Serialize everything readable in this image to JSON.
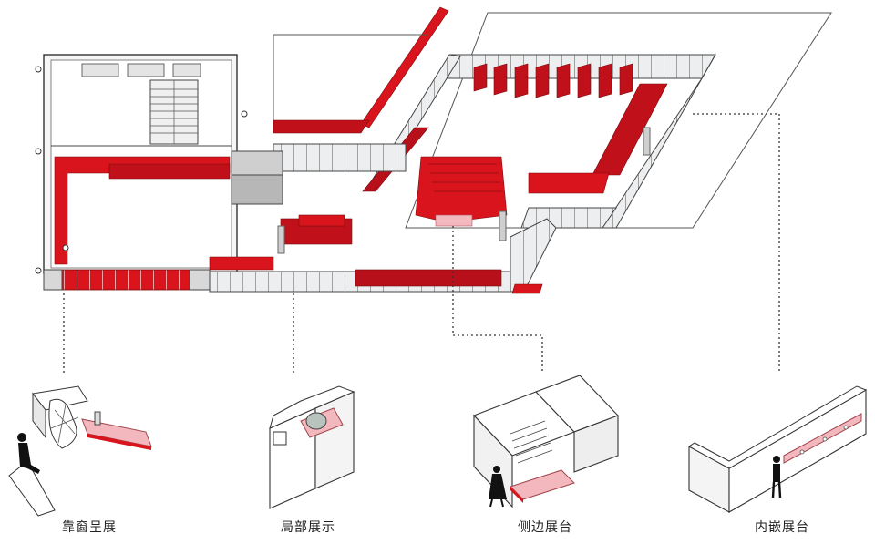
{
  "colors": {
    "accent_red": "#d9141c",
    "dark_red": "#9e0f16",
    "light_pink": "#f2b8bd",
    "line": "#333333",
    "glass": "#e9ebec",
    "wall": "#dcdcdc"
  },
  "captions": [
    {
      "id": "window",
      "label": "靠窗呈展"
    },
    {
      "id": "local",
      "label": "局部展示"
    },
    {
      "id": "side",
      "label": "侧边展台"
    },
    {
      "id": "embedded",
      "label": "内嵌展台"
    }
  ]
}
